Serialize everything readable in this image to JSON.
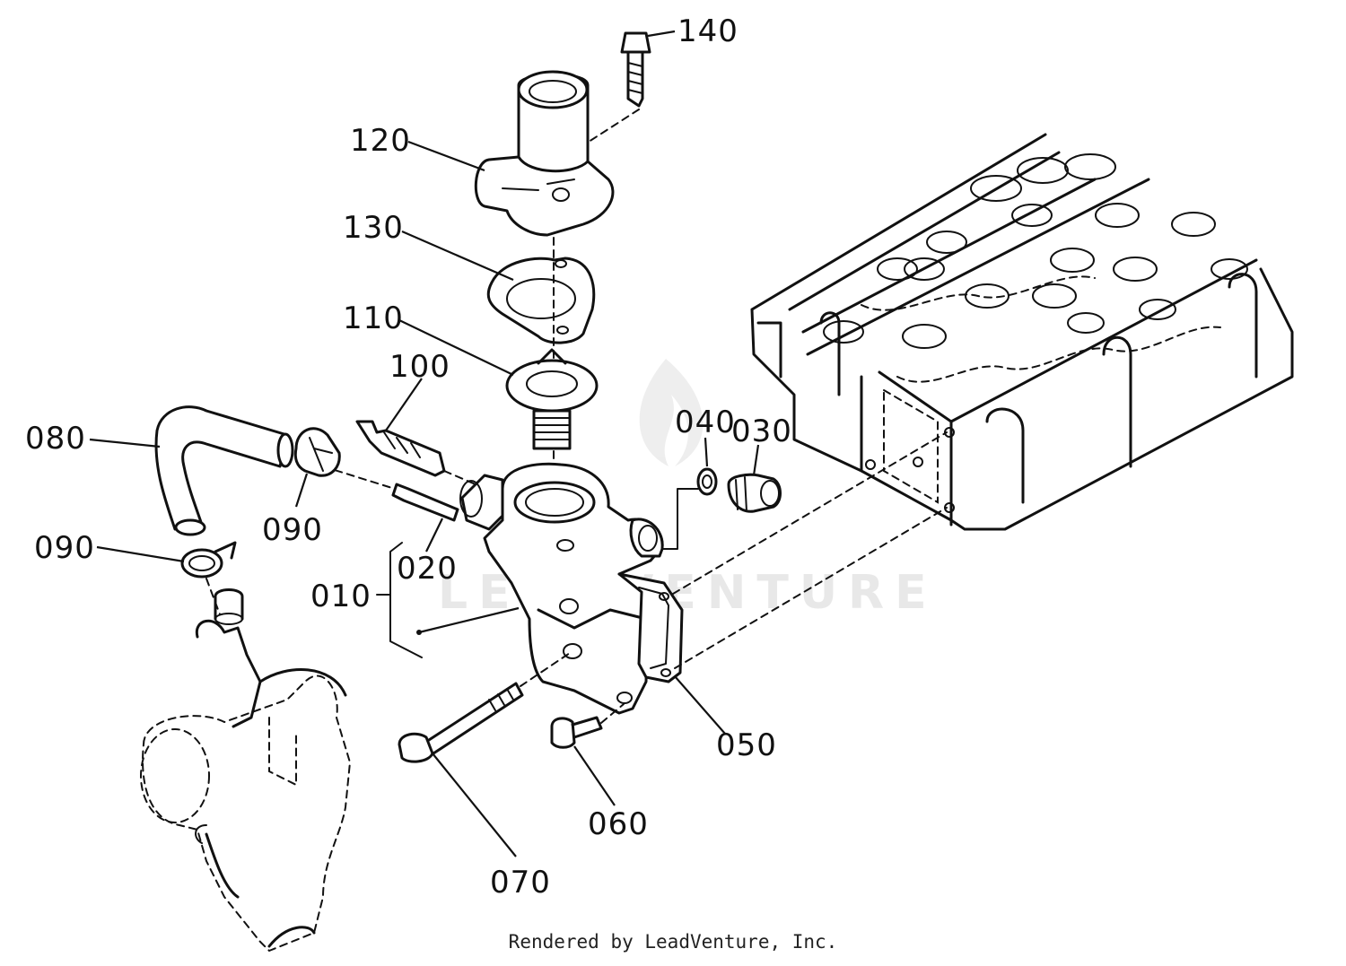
{
  "watermark": "LEADVENTURE",
  "footer": "Rendered by LeadVenture, Inc.",
  "labels": {
    "p140": "140",
    "p120": "120",
    "p130": "130",
    "p110": "110",
    "p100": "100",
    "p080": "080",
    "p090a": "090",
    "p090b": "090",
    "p040": "040",
    "p030": "030",
    "p020": "020",
    "p010": "010",
    "p050": "050",
    "p060": "060",
    "p070": "070"
  }
}
